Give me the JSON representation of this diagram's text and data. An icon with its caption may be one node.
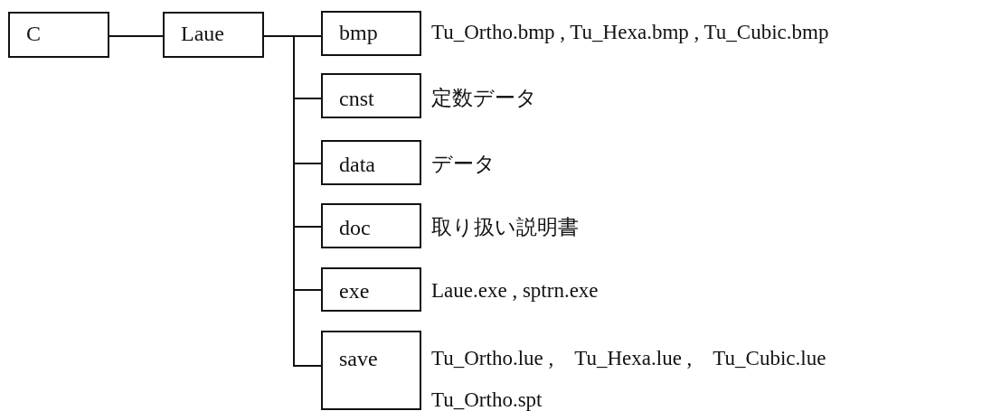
{
  "diagram": {
    "nodes": [
      {
        "text": [
          "C"
        ]
      },
      {
        "text": [
          "Laue"
        ]
      },
      {
        "text": [
          "bmp"
        ],
        "beside": [
          "Tu_Ortho.bmp , Tu_Hexa.bmp , Tu_Cubic.bmp"
        ]
      },
      {
        "text": [
          "cnst"
        ],
        "beside": [
          "定数データ"
        ]
      },
      {
        "text": [
          "data"
        ],
        "beside": [
          "データ"
        ]
      },
      {
        "text": [
          "doc"
        ],
        "beside": [
          "取り扱い説明書"
        ]
      },
      {
        "text": [
          "exe"
        ],
        "beside": [
          "Laue.exe , sptrn.exe"
        ]
      },
      {
        "text": [
          "save"
        ],
        "beside": [
          "Tu_Ortho.lue ,　Tu_Hexa.lue ,　Tu_Cubic.lue",
          "Tu_Ortho.spt"
        ]
      }
    ],
    "edges": [
      {
        "from": 0,
        "to": 1,
        "arrow": "none"
      },
      {
        "from": 1,
        "to": 2,
        "arrow": "none"
      },
      {
        "from": 1,
        "to": 3,
        "arrow": "none"
      },
      {
        "from": 1,
        "to": 4,
        "arrow": "none"
      },
      {
        "from": 1,
        "to": 5,
        "arrow": "none"
      },
      {
        "from": 1,
        "to": 6,
        "arrow": "none"
      },
      {
        "from": 1,
        "to": 7,
        "arrow": "none"
      }
    ]
  }
}
